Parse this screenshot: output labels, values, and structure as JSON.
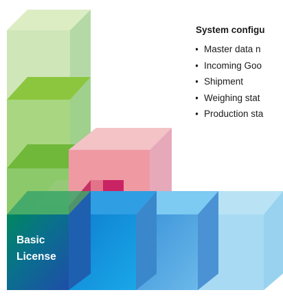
{
  "panel": {
    "title": "System configu",
    "items": [
      "Master data n",
      "Incoming Goo",
      "Shipment",
      "Weighing stat",
      "Production sta"
    ],
    "bullet": "•"
  },
  "license": {
    "line1": "Basic",
    "line2": "License"
  },
  "colors": {
    "green": "#8cc63f",
    "green_dark": "#2e8b3a",
    "pink": "#e07a8a",
    "magenta": "#b8145a",
    "blue": "#1c8fdc",
    "light_blue": "#76c6ee",
    "teal": "#00857a"
  }
}
